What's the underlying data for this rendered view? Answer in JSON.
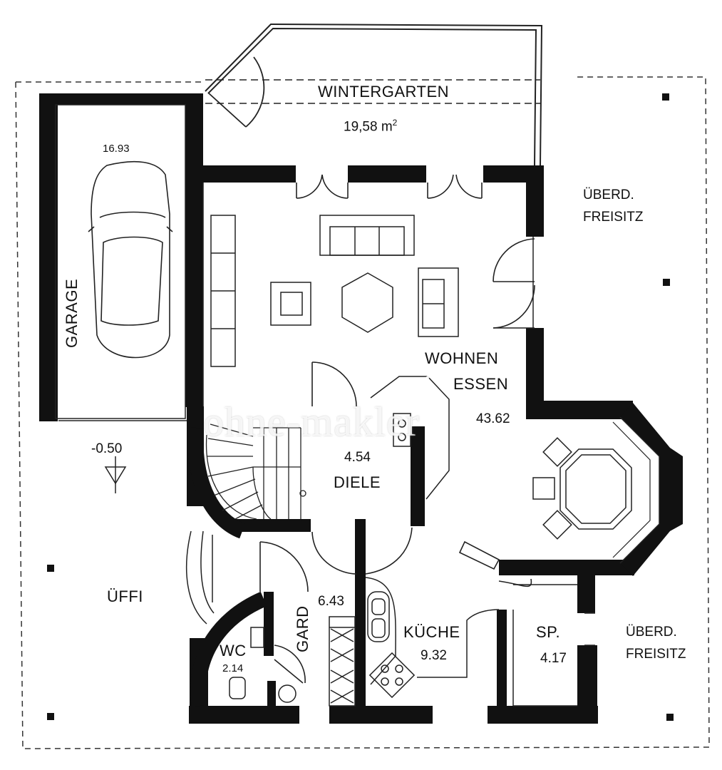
{
  "plan": {
    "rooms": {
      "wintergarten": {
        "name": "WINTERGARTEN",
        "area": "19,58 m",
        "area_sup": "2"
      },
      "garage": {
        "name": "GARAGE",
        "area": "16.93"
      },
      "freisitz_top": {
        "name_line1": "ÜBERD.",
        "name_line2": "FREISITZ"
      },
      "wohnen": {
        "name_line1": "WOHNEN",
        "name_line2": "ESSEN",
        "area": "43.62"
      },
      "diele": {
        "name": "DIELE",
        "area": "4.54"
      },
      "kueche": {
        "name": "KÜCHE",
        "area": "9.32"
      },
      "sp": {
        "name": "SP.",
        "area": "4.17"
      },
      "freisitz_bottom": {
        "name_line1": "ÜBERD.",
        "name_line2": "FREISITZ"
      },
      "gard": {
        "name": "GARD",
        "area": "6.43"
      },
      "wc": {
        "name": "WC",
        "area": "2.14"
      },
      "uffi": {
        "name": "ÜFFI"
      }
    },
    "level": "-0.50",
    "watermark": "ohne-makler",
    "colors": {
      "wall": "#111111",
      "line": "#222222",
      "background": "#ffffff"
    }
  }
}
